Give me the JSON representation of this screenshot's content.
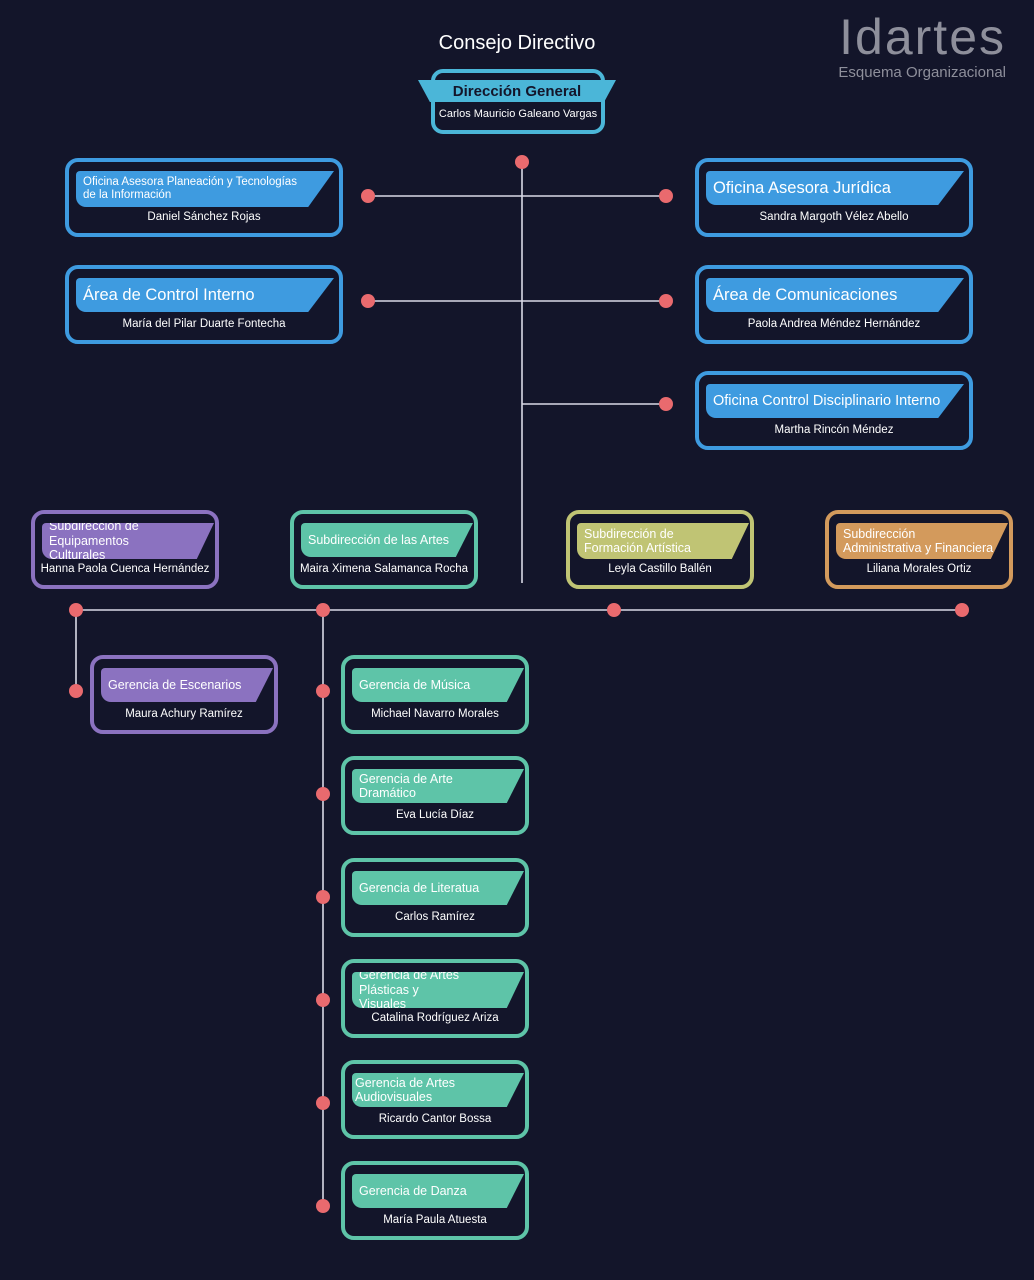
{
  "brand": {
    "logo": "Idartes",
    "subtitle": "Esquema Organizacional"
  },
  "council": "Consejo Directivo",
  "direccion": {
    "title": "Dirección General",
    "person": "Carlos Mauricio Galeano Vargas"
  },
  "advisory": [
    {
      "title": "Oficina Asesora Planeación y Tecnologías de la Información",
      "person": "Daniel Sánchez Rojas"
    },
    {
      "title": "Oficina Asesora Jurídica",
      "person": "Sandra Margoth Vélez Abello"
    },
    {
      "title": "Área de Control Interno",
      "person": "María del Pilar Duarte Fontecha"
    },
    {
      "title": "Área de Comunicaciones",
      "person": "Paola Andrea Méndez Hernández"
    },
    {
      "title": "Oficina Control Disciplinario Interno",
      "person": "Martha Rincón Méndez"
    }
  ],
  "subdirecciones": [
    {
      "title": "Subdirección de Equipamentos Culturales",
      "person": "Hanna Paola Cuenca Hernández",
      "color": "#8b72c0"
    },
    {
      "title": "Subdirección de las Artes",
      "person": "Maira Ximena Salamanca Rocha",
      "color": "#5ec4a8"
    },
    {
      "title": "Subdirección de Formación Artística",
      "person": "Leyla Castillo Ballén",
      "color": "#c0c474"
    },
    {
      "title": "Subdirección Administrativa y Financiera",
      "person": "Liliana Morales Ortiz",
      "color": "#d39a5c"
    }
  ],
  "gerencias": [
    {
      "title": "Gerencia de Escenarios",
      "person": "Maura Achury Ramírez"
    },
    {
      "title": "Gerencia de Música",
      "person": "Michael Navarro Morales"
    },
    {
      "title": "Gerencia de Arte Dramático",
      "person": "Eva Lucía Díaz"
    },
    {
      "title": "Gerencia de Literatua",
      "person": "Carlos Ramírez"
    },
    {
      "title": "Gerencia de Artes Plásticas y Visuales",
      "person": "Catalina Rodríguez Ariza"
    },
    {
      "title": "Gerencia de Artes Audiovisuales",
      "person": "Ricardo Cantor Bossa"
    },
    {
      "title": "Gerencia de Danza",
      "person": "María Paula Atuesta"
    }
  ],
  "colors": {
    "background": "#13152a",
    "connector": "#d9d9e6",
    "node": "#e96a6e",
    "direccion": "#4bb6d8",
    "advisory": "#3e9be0",
    "artes": "#5ec4a8",
    "equipamentos": "#8b72c0"
  }
}
